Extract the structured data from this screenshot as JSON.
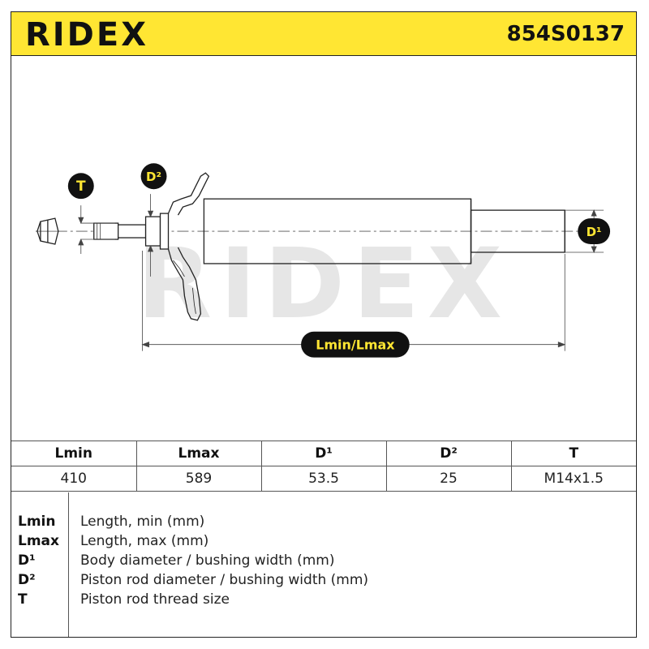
{
  "header": {
    "brand": "RIDEX",
    "part_number": "854S0137"
  },
  "diagram": {
    "watermark": "RIDEX",
    "labels": {
      "t": "T",
      "d2": "D²",
      "d1": "D¹",
      "length": "Lmin/Lmax"
    },
    "colors": {
      "header_bg": "#ffe633",
      "badge_fill": "#ffe633",
      "badge_bg": "#111111",
      "watermark": "#e6e6e6"
    }
  },
  "spec_table": {
    "headers": [
      "Lmin",
      "Lmax",
      "D¹",
      "D²",
      "T"
    ],
    "values": [
      "410",
      "589",
      "53.5",
      "25",
      "M14x1.5"
    ]
  },
  "legend": [
    {
      "key": "Lmin",
      "desc": "Length, min (mm)"
    },
    {
      "key": "Lmax",
      "desc": "Length, max (mm)"
    },
    {
      "key": "D¹",
      "desc": "Body diameter / bushing width (mm)"
    },
    {
      "key": "D²",
      "desc": "Piston rod diameter / bushing width (mm)"
    },
    {
      "key": "T",
      "desc": "Piston rod thread size"
    }
  ]
}
